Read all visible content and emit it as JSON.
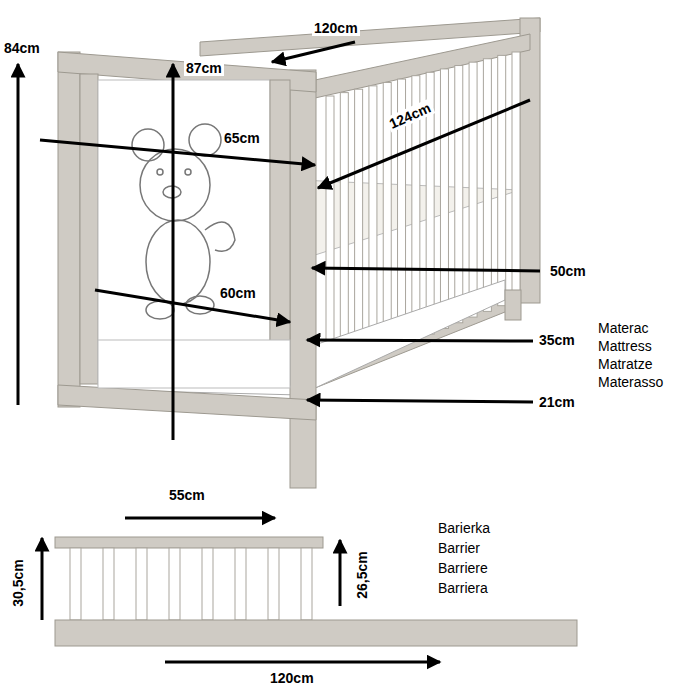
{
  "diagram": {
    "labels": [
      "84cm",
      "87cm",
      "120cm",
      "65cm",
      "124cm",
      "50cm",
      "60cm",
      "35cm",
      "Materac",
      "Mattress",
      "Matratze",
      "Materasso",
      "21cm",
      "55cm",
      "30,5cm",
      "26,5cm",
      "Barierka",
      "Barrier",
      "Barriere",
      "Barriera",
      "120cm"
    ]
  }
}
